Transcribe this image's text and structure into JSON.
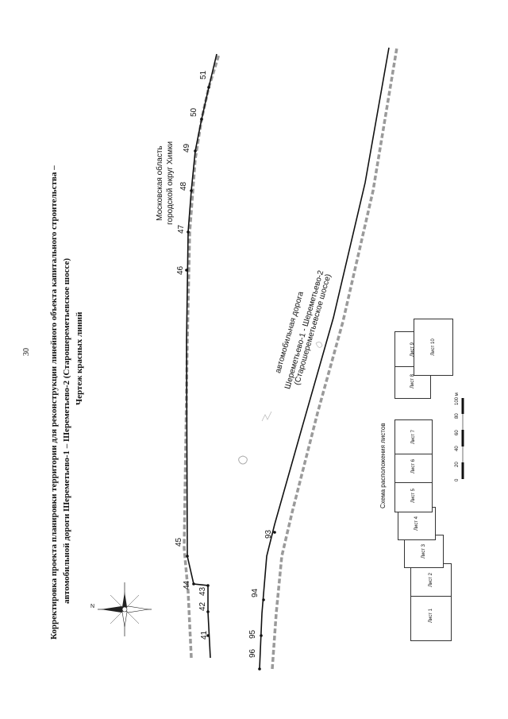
{
  "page_number": "30",
  "title": {
    "line1": "Корректировка проекта планировки территории для реконструкции линейного объекта капитального строительства –",
    "line2": "автомобильной дороги Шереметьево-1 – Шереметьево-2 (Старошереметьевское шоссе)",
    "line3": "Чертеж красных линий"
  },
  "labels": {
    "region": "Московская область",
    "district": "городской округ Химки",
    "road1": "автомобильная дорога",
    "road2": "Шереметьево-1 - Шереметьево-2",
    "road3": "(Старошереметьевское шоссе)"
  },
  "points": {
    "p41": "41",
    "p42": "42",
    "p43": "43",
    "p44": "44",
    "p45": "45",
    "p46": "46",
    "p47": "47",
    "p48": "48",
    "p49": "49",
    "p50": "50",
    "p51": "51",
    "p93": "93",
    "p94": "94",
    "p95": "95",
    "p96": "96"
  },
  "scheme": {
    "title": "Схема расположения листов",
    "sheets": [
      "Лист 1",
      "Лист 2",
      "Лист 3",
      "Лист 4",
      "Лист 5",
      "Лист 6",
      "Лист 7",
      "Лист 8",
      "Лист 9",
      "Лист 10"
    ]
  },
  "scale": {
    "t0": "0",
    "t20": "20",
    "t40": "40",
    "t60": "60",
    "t80": "80",
    "t100": "100 м"
  },
  "compass": {
    "north": "N"
  },
  "colors": {
    "line": "#111111",
    "dashed": "#999999"
  }
}
